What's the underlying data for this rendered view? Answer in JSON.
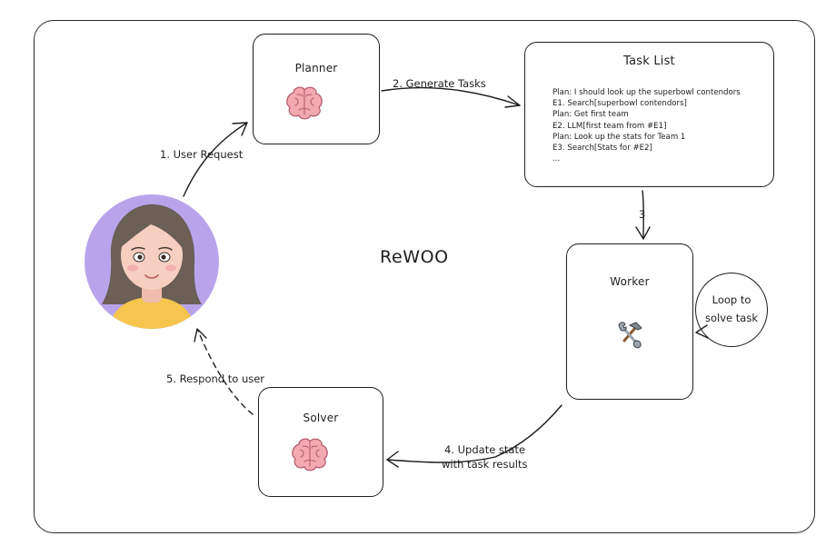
{
  "diagram": {
    "center_title": "ReWOO",
    "nodes": {
      "planner": {
        "label": "Planner",
        "icon": "brain-icon"
      },
      "task_list": {
        "label": "Task List",
        "lines": [
          "Plan: I should look up the superbowl contendors",
          "E1. Search[superbowl contendors]",
          "Plan: Get first team",
          "E2. LLM[first team from #E1]",
          "Plan: Look up the stats for Team 1",
          "E3. Search[Stats for #E2]",
          "..."
        ]
      },
      "worker": {
        "label": "Worker",
        "icon": "tools-icon"
      },
      "solver": {
        "label": "Solver",
        "icon": "brain-icon"
      },
      "user": {
        "icon": "user-avatar-icon"
      }
    },
    "edges": {
      "user_request": "1. User Request",
      "generate_tasks": "2. Generate Tasks",
      "step_three": "3",
      "update_state_line1": "4. Update state",
      "update_state_line2": "with task results",
      "respond": "5. Respond to user"
    },
    "loop": {
      "line1": "Loop to",
      "line2": "solve task"
    },
    "colors": {
      "stroke": "#1e1e1e",
      "avatar_bg": "#b9a4ec",
      "hair": "#6b5f56",
      "skin": "#f7cfc1",
      "shirt": "#f5c54d",
      "brain": "#f2a9b0",
      "brain_outline": "#b45e6e"
    }
  }
}
